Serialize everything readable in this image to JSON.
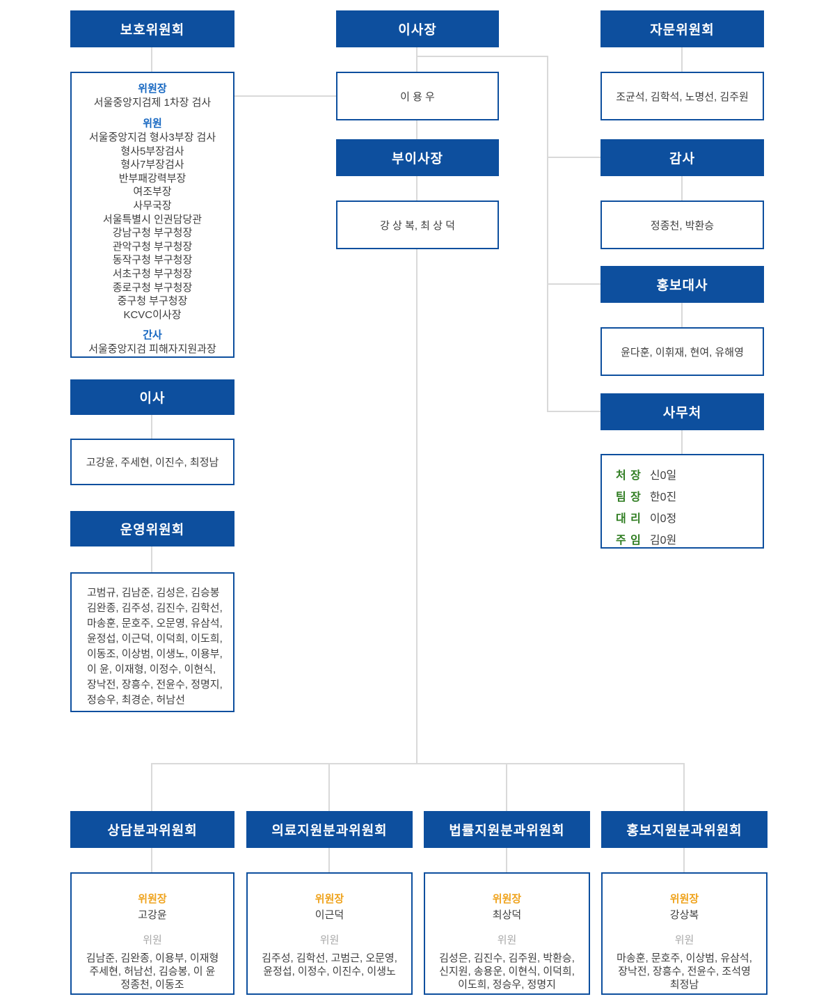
{
  "palette": {
    "header_bg": "#0d4f9e",
    "box_border": "#0d4f9e",
    "label_blue": "#1667c1",
    "label_orange": "#efa31d",
    "label_gray": "#a8a8a8",
    "label_green": "#2f7d21",
    "body_text": "#3d3d3d",
    "connector": "#d9d9d9"
  },
  "protection": {
    "title": "보호위원회",
    "chair_label": "위원장",
    "chair": "서울중앙지검제 1차장 검사",
    "members_label": "위원",
    "members": "서울중앙지검 형사3부장 검사\n형사5부장검사\n형사7부장검사\n반부패강력부장\n여조부장\n사무국장\n서울특별시 인권담당관\n강남구청 부구청장\n관악구청 부구청장\n동작구청 부구청장\n서초구청 부구청장\n종로구청 부구청장\n중구청 부구청장\nKCVC이사장",
    "secretary_label": "간사",
    "secretary": "서울중앙지검 피해자지원과장"
  },
  "directors": {
    "title": "이사",
    "members": "고강윤, 주세현, 이진수, 최정남"
  },
  "steering": {
    "title": "운영위원회",
    "members": "고범규, 김남준, 김성은, 김승봉\n김완종, 김주성, 김진수, 김학선,\n마송훈, 문호주, 오문영, 유삼석,\n윤정섭, 이근덕, 이덕희, 이도희,\n이동조, 이상범, 이생노, 이용부,\n이 윤, 이재형, 이정수, 이현식,\n장낙전, 장흥수, 전윤수, 정명지,\n정승우, 최경순, 허남선"
  },
  "chairman": {
    "title": "이사장",
    "name": "이 용 우"
  },
  "vice_chairman": {
    "title": "부이사장",
    "names": "강 상 복, 최 상 덕"
  },
  "advisory": {
    "title": "자문위원회",
    "members": "조균석, 김학석, 노명선, 김주원"
  },
  "audit": {
    "title": "감사",
    "members": "정종천, 박환승"
  },
  "pr_ambassador": {
    "title": "홍보대사",
    "members": "윤다훈, 이휘재, 현여, 유해영"
  },
  "secretariat": {
    "title": "사무처",
    "staff": [
      {
        "role": "처 장",
        "name": "신0일"
      },
      {
        "role": "팀 장",
        "name": "한0진"
      },
      {
        "role": "대 리",
        "name": "이0정"
      },
      {
        "role": "주 임",
        "name": "김0원"
      }
    ]
  },
  "subcommittees": [
    {
      "title": "상담분과위원회",
      "chair_label": "위원장",
      "chair": "고강윤",
      "members_label": "위원",
      "members": "김남준, 김완종, 이용부, 이재형\n주세현, 허남선, 김승봉, 이 윤\n정종천, 이동조"
    },
    {
      "title": "의료지원분과위원회",
      "chair_label": "위원장",
      "chair": "이근덕",
      "members_label": "위원",
      "members": "김주성, 김학선, 고범근, 오문영,\n윤정섭, 이정수, 이진수, 이생노"
    },
    {
      "title": "법률지원분과위원회",
      "chair_label": "위원장",
      "chair": "최상덕",
      "members_label": "위원",
      "members": "김성은, 김진수, 김주원, 박환승,\n신지원, 송용운, 이현식, 이덕희,\n이도희, 정승우, 정명지"
    },
    {
      "title": "홍보지원분과위원회",
      "chair_label": "위원장",
      "chair": "강상복",
      "members_label": "위원",
      "members": "마송훈, 문호주, 이상범, 유삼석,\n장낙전, 장흥수, 전윤수, 조석영\n최정남"
    }
  ]
}
